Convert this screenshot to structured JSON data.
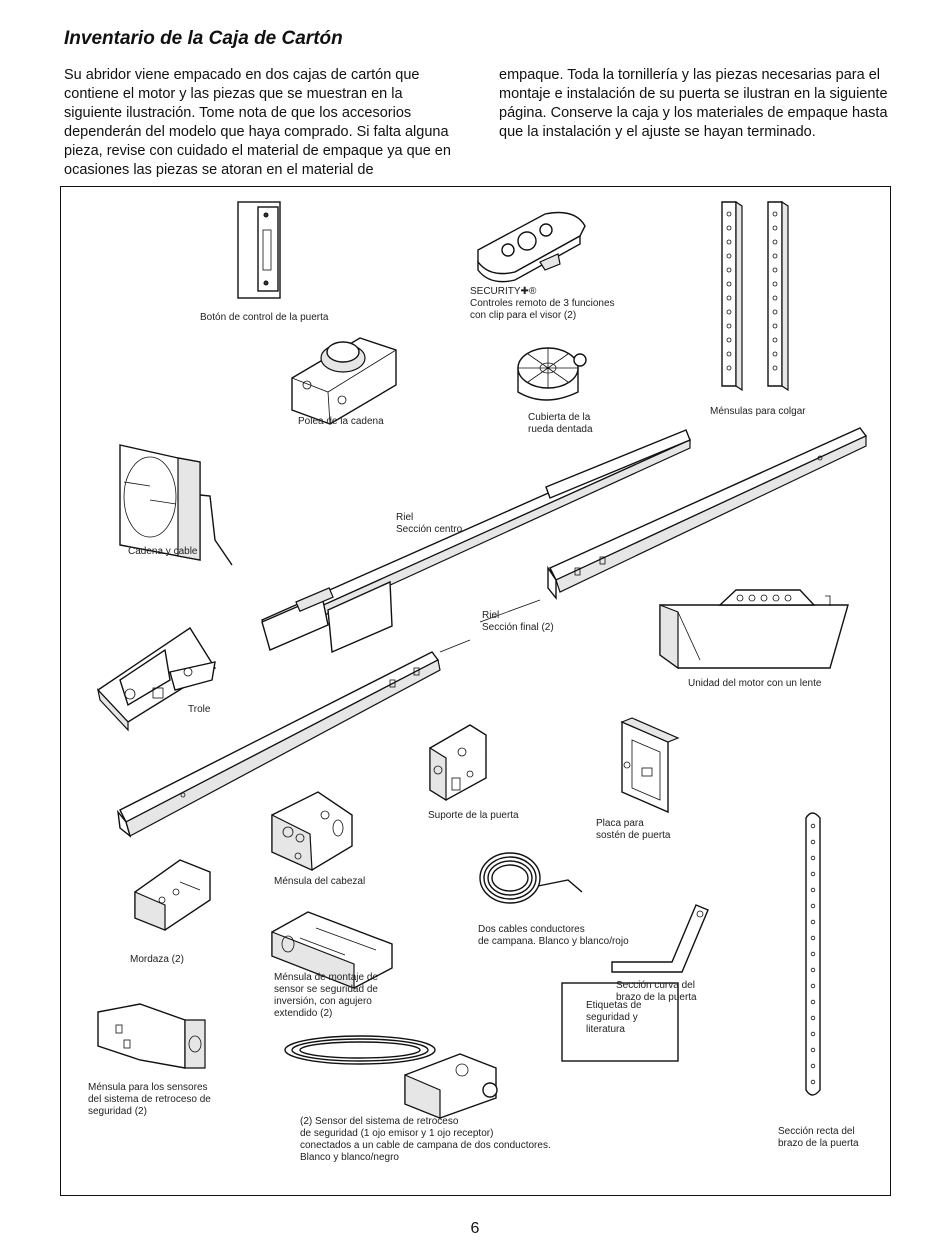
{
  "page": {
    "heading": "Inventario de la Caja de Cartón",
    "intro_col1": "Su abridor viene empacado en dos cajas de cartón que contiene el motor y las piezas que se muestran en la siguiente ilustración. Tome nota de que los accesorios dependerán del modelo que haya comprado. Si falta alguna pieza, revise con cuidado el material de empaque ya que en ocasiones las piezas se atoran en el material de",
    "intro_col2": "empaque. Toda la tornillería y las piezas necesarias para el montaje e instalación de su puerta se ilustran en la siguiente página. Conserve la caja y los materiales de empaque hasta que la instalación y el ajuste se hayan terminado.",
    "page_number": "6"
  },
  "parts": {
    "door_button": [
      "Botón de control de la puerta"
    ],
    "remote": [
      "SECURITY✚®",
      "Controles remoto de 3 funciones",
      "con clip para el visor (2)"
    ],
    "hang_brackets": [
      "Ménsulas para colgar"
    ],
    "chain_pulley": [
      "Polea de la cadena"
    ],
    "sprocket_cover": [
      "Cubierta de la",
      "rueda dentada"
    ],
    "chain_cable": [
      "Cadena y cable"
    ],
    "rail_center": [
      "Riel",
      "Sección centro"
    ],
    "rail_end": [
      "Riel",
      "Sección final (2)"
    ],
    "motor_unit": [
      "Unidad del motor con un lente"
    ],
    "trolley": [
      "Trole"
    ],
    "door_bracket": [
      "Suporte de la puerta"
    ],
    "door_plate": [
      "Placa para",
      "sostén de puerta"
    ],
    "header_bracket": [
      "Ménsula del cabezal"
    ],
    "bell_wires": [
      "Dos cables conductores",
      "de campana. Blanco y blanco/rojo"
    ],
    "clamp": [
      "Mordaza (2)"
    ],
    "sensor_mount": [
      "Ménsula de montaje de",
      "sensor se seguridad de",
      "inversión, con agujero",
      "extendido (2)"
    ],
    "curved_arm": [
      "Sección curva del",
      "brazo de la puerta"
    ],
    "sensor_bracket": [
      "Ménsula para los sensores",
      "del sistema de retroceso de",
      "seguridad (2)"
    ],
    "labels_lit": [
      "Etiquetas de",
      "seguridad y",
      "literatura"
    ],
    "straight_arm": [
      "Sección recta del",
      "brazo de la puerta"
    ],
    "safety_sensor": [
      "(2) Sensor del sistema de retroceso",
      "de seguridad (1 ojo emisor y 1 ojo receptor)",
      "conectados a un cable de campana de dos conductores.",
      "Blanco y blanco/negro"
    ]
  }
}
